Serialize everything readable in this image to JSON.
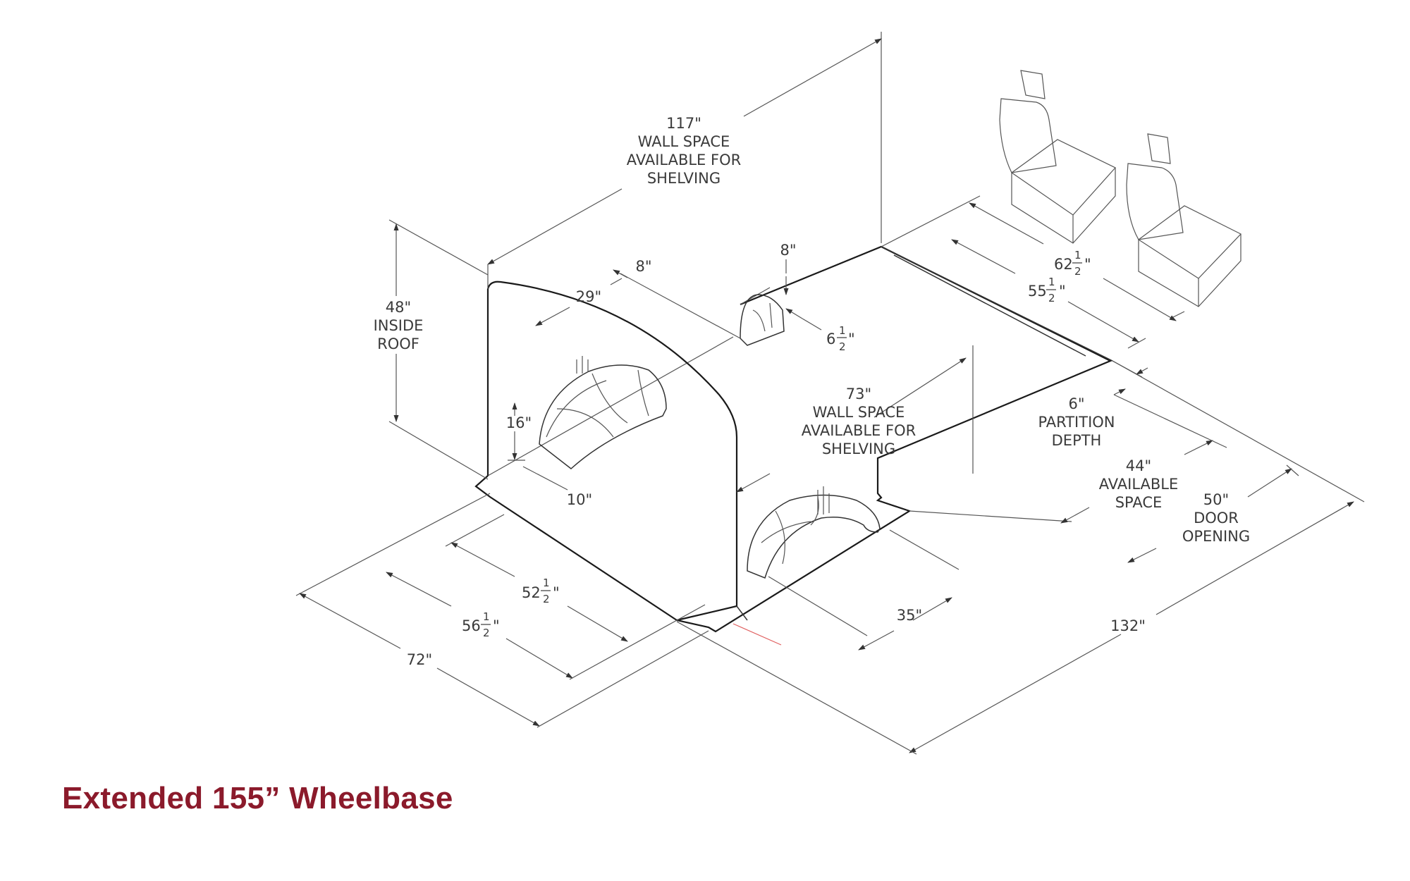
{
  "title": "Extended 155” Wheelbase",
  "colors": {
    "title": "#8b1a2b",
    "line": "#1a1a1a",
    "accent_mark": "#e06060"
  },
  "dimensions": {
    "wall_117": [
      "117\"",
      "WALL SPACE",
      "AVAILABLE FOR",
      "SHELVING"
    ],
    "wall_73": [
      "73\"",
      "WALL SPACE",
      "AVAILABLE FOR",
      "SHELVING"
    ],
    "inside_roof": [
      "48\"",
      "INSIDE",
      "ROOF"
    ],
    "dim_8_left": "8\"",
    "dim_29": "29\"",
    "dim_8_top": "8\"",
    "dim_6_half": {
      "whole": "6",
      "num": "1",
      "den": "2",
      "unit": "\""
    },
    "dim_62_half": {
      "whole": "62",
      "num": "1",
      "den": "2",
      "unit": "\""
    },
    "dim_55_half": {
      "whole": "55",
      "num": "1",
      "den": "2",
      "unit": "\""
    },
    "dim_16": "16\"",
    "dim_10": "10\"",
    "partition_depth": [
      "6\"",
      "PARTITION",
      "DEPTH"
    ],
    "available_space": [
      "44\"",
      "AVAILABLE",
      "SPACE"
    ],
    "door_opening": [
      "50\"",
      "DOOR",
      "OPENING"
    ],
    "dim_52_half": {
      "whole": "52",
      "num": "1",
      "den": "2",
      "unit": "\""
    },
    "dim_56_half": {
      "whole": "56",
      "num": "1",
      "den": "2",
      "unit": "\""
    },
    "dim_72": "72\"",
    "dim_35": "35\"",
    "dim_132": "132\""
  }
}
